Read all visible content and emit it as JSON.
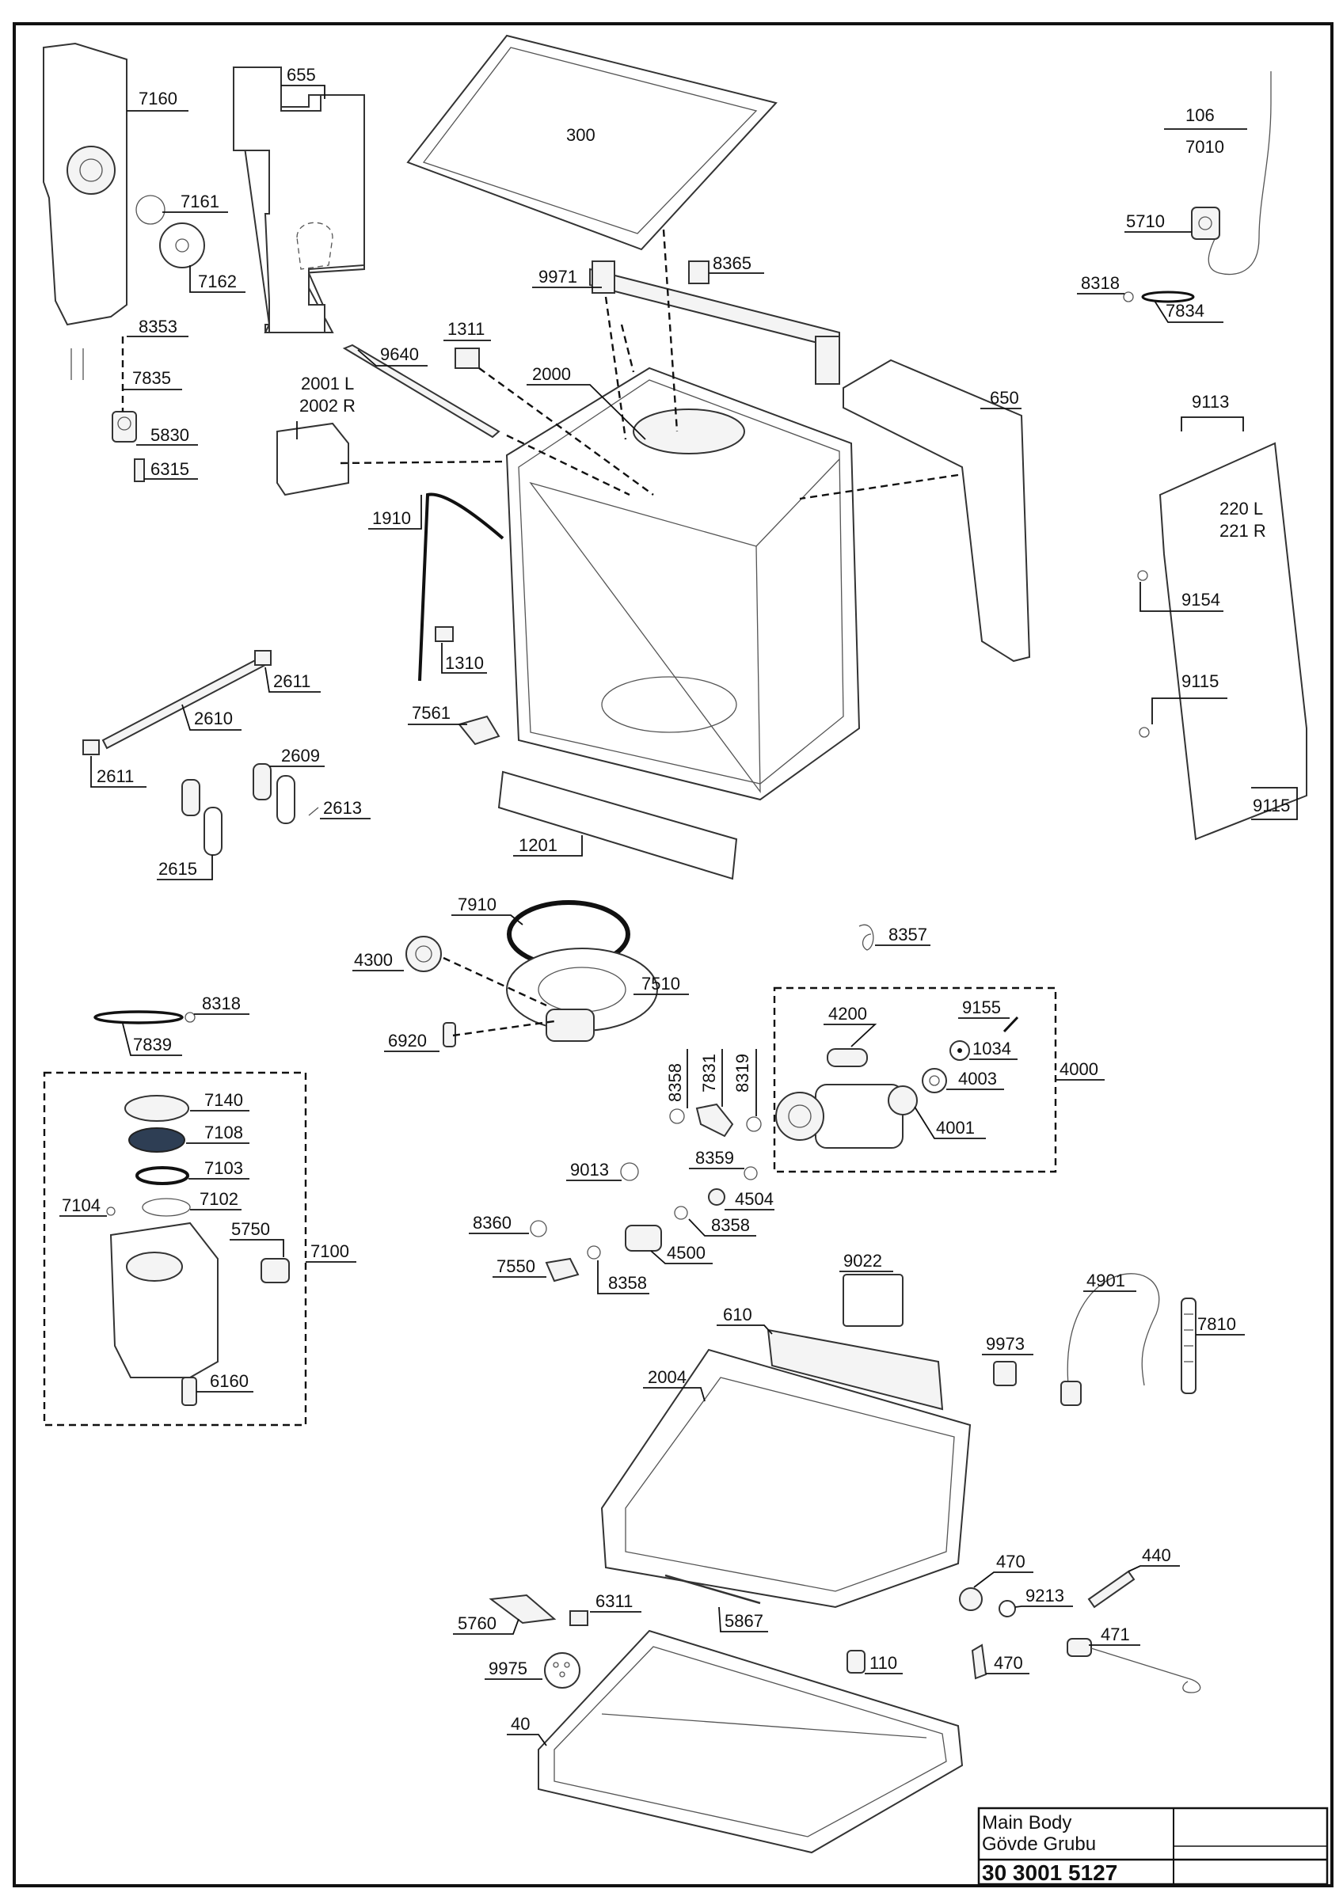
{
  "title_block": {
    "name_en": "Main Body",
    "name_tr": "Gövde Grubu",
    "drawing_number": "30 3001 5127"
  },
  "labels": {
    "p7160": "7160",
    "p655": "655",
    "p300": "300",
    "p106": "106",
    "p7010": "7010",
    "p7161": "7161",
    "p7162": "7162",
    "p8353": "8353",
    "p7835": "7835",
    "p5830": "5830",
    "p6315": "6315",
    "p5710": "5710",
    "p8365": "8365",
    "p9971": "9971",
    "p8318a": "8318",
    "p7834": "7834",
    "p1311": "1311",
    "p9640": "9640",
    "p2000": "2000",
    "p650": "650",
    "p2001": "2001 L",
    "p2002": "2002 R",
    "p9113": "9113",
    "p220": "220 L",
    "p221": "221 R",
    "p1910": "1910",
    "p9154": "9154",
    "p1310": "1310",
    "p2611a": "2611",
    "p2610": "2610",
    "p7561": "7561",
    "p9115a": "9115",
    "p2611b": "2611",
    "p2609": "2609",
    "p2613": "2613",
    "p9115b": "9115",
    "p2615": "2615",
    "p1201": "1201",
    "p7910": "7910",
    "p8357": "8357",
    "p4300": "4300",
    "p7510": "7510",
    "p8318b": "8318",
    "p9155": "9155",
    "p4200": "4200",
    "p7839": "7839",
    "p6920": "6920",
    "p1034": "1034",
    "p8358a": "8358",
    "p7831": "7831",
    "p8319": "8319",
    "p4000": "4000",
    "p4003": "4003",
    "p7140": "7140",
    "p4001": "4001",
    "p7108": "7108",
    "p7103": "7103",
    "p9013": "9013",
    "p8359": "8359",
    "p7104": "7104",
    "p7102": "7102",
    "p4504": "4504",
    "p8358b": "8358",
    "p8360": "8360",
    "p5750": "5750",
    "p7100": "7100",
    "p4500": "4500",
    "p7550": "7550",
    "p8358c": "8358",
    "p9022": "9022",
    "p4901": "4901",
    "p610": "610",
    "p7810": "7810",
    "p9973": "9973",
    "p2004": "2004",
    "p6160": "6160",
    "p470a": "470",
    "p440": "440",
    "p9213": "9213",
    "p6311": "6311",
    "p5760": "5760",
    "p5867": "5867",
    "p471": "471",
    "p110": "110",
    "p470b": "470",
    "p9975": "9975",
    "p40": "40"
  }
}
